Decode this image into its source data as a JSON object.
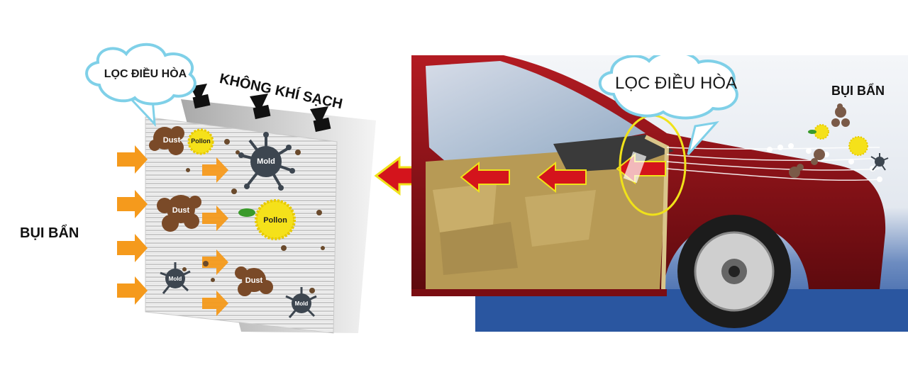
{
  "left_panel": {
    "cloud_label": "LỌC ĐIỀU HÒA",
    "clean_air_label": "KHÔNG KHÍ SẠCH",
    "dirty_label": "BỤI BẨN",
    "particles": {
      "dust": "Dust",
      "pollen": "Pollon",
      "mold": "Mold"
    }
  },
  "right_panel": {
    "cloud_label": "LỌC ĐIỀU HÒA",
    "dirty_label": "BỤI BẨN"
  },
  "colors": {
    "orange_arrow": "#f59a1c",
    "red_arrow": "#d4141c",
    "yellow_outline": "#f0e21a",
    "cloud_fill": "#ffffff",
    "cloud_stroke": "#7fd0e8",
    "car_red": "#8c1016",
    "interior_tan": "#b79a55",
    "sky_blue": "#2f5ea8"
  }
}
